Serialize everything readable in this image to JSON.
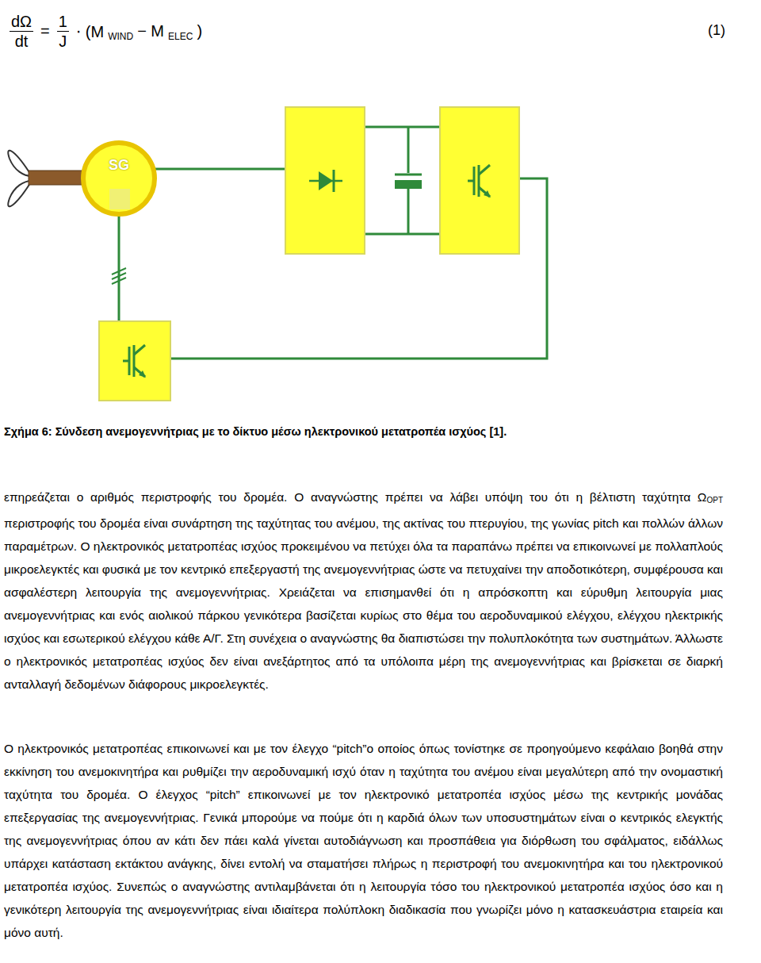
{
  "diagram": {
    "caption": "Σχήμα 6: Σύνδεση ανεμογεννήτριας με το δίκτυο μέσω ηλεκτρονικού μετατροπέα ισχύος [1].",
    "nodes": [
      {
        "text": [
          "SG"
        ]
      }
    ],
    "labels": [
      "dΩ",
      "dt",
      "=",
      "1",
      "J",
      "⋅ (M",
      "WIND",
      "− M",
      "ELEC",
      ")",
      "(1)",
      "επηρεάζεται ο αριθμός περιστροφής του δρομέα. Ο αναγνώστης πρέπει να λάβει υπόψη του ότι η βέλτιστη ταχύτητα Ω",
      "OPT",
      " περιστροφής του δρομέα είναι συνάρτηση της ταχύτητας του ανέμου, της ακτίνας του πτερυγίου, της γωνίας pitch και πολλών άλλων παραμέτρων. Ο ηλεκτρονικός μετατροπέας ισχύος προκειμένου να πετύχει όλα τα παραπάνω πρέπει να επικοινωνεί με πολλαπλούς μικροελεγκτές και φυσικά με τον κεντρικό επεξεργαστή της ανεμογεννήτριας ώστε να πετυχαίνει την αποδοτικότερη, συμφέρουσα και ασφαλέστερη λειτουργία της ανεμογεννήτριας. Χρειάζεται να επισημανθεί ότι η απρόσκοπτη και εύρυθμη λειτουργία μιας ανεμογεννήτριας και ενός αιολικού πάρκου γενικότερα βασίζεται κυρίως στο θέμα του αεροδυναμικού ελέγχου, ελέγχου ηλεκτρικής ισχύος και εσωτερικού ελέγχου κάθε Α/Γ. Στη συνέχεια ο αναγνώστης θα διαπιστώσει την πολυπλοκότητα των συστημάτων. Άλλωστε ο ηλεκτρονικός μετατροπέας ισχύος δεν είναι ανεξάρτητος από τα υπόλοιπα μέρη της ανεμογεννήτριας και βρίσκεται σε διαρκή ανταλλαγή δεδομένων διάφορους μικροελεγκτές.",
      "Ο ηλεκτρονικός μετατροπέας επικοινωνεί και με τον έλεγχο “pitch”ο οποίος όπως τονίστηκε σε προηγούμενο κεφάλαιο βοηθά στην εκκίνηση του ανεμοκινητήρα και ρυθμίζει την αεροδυναμική ισχύ όταν η ταχύτητα του ανέμου είναι μεγαλύτερη από την ονομαστική ταχύτητα του δρομέα. Ο έλεγχος “pitch” επικοινωνεί με τον ηλεκτρονικό μετατροπέα ισχύος μέσω της κεντρικής μονάδας επεξεργασίας της ανεμογεννήτριας. Γενικά μπορούμε να πούμε ότι η καρδιά όλων των υποσυστημάτων είναι ο κεντρικός ελεγκτής της ανεμογεννήτριας όπου αν κάτι δεν πάει καλά γίνεται αυτοδιάγνωση και προσπάθεια για διόρθωση του σφάλματος, ειδάλλως υπάρχει κατάσταση εκτάκτου ανάγκης, δίνει εντολή να σταματήσει πλήρως η περιστροφή του ανεμοκινητήρα και του ηλεκτρονικού μετατροπέα ισχύος. Συνεπώς ο αναγνώστης αντιλαμβάνεται ότι η λειτουργία τόσο του ηλεκτρονικού μετατροπέα ισχύος όσο και η γενικότερη λειτουργία της ανεμογεννήτριας είναι ιδιαίτερα πολύπλοκη διαδικασία που γνωρίζει μόνο η κατασκευάστρια εταιρεία και μόνο αυτή."
    ]
  }
}
